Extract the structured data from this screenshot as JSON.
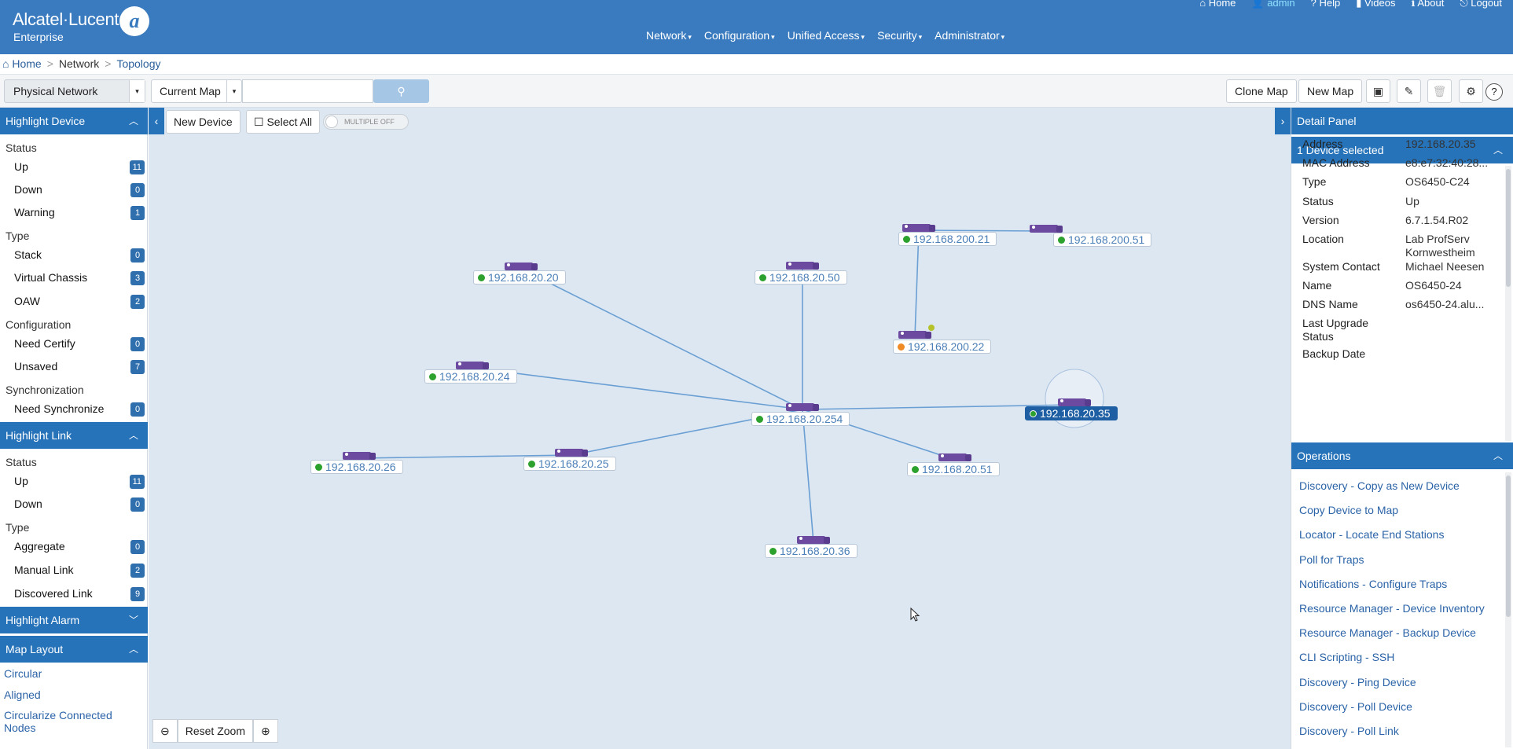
{
  "header": {
    "logo_text": "Alcatel·Lucent",
    "logo_sub": "Enterprise",
    "top_links": [
      "Home",
      "admin",
      "Help",
      "Videos",
      "About",
      "Logout"
    ],
    "nav": [
      "Network",
      "Configuration",
      "Unified Access",
      "Security",
      "Administrator"
    ]
  },
  "breadcrumb": [
    "Home",
    "Network",
    "Topology"
  ],
  "toolbar": {
    "network_select": "Physical Network",
    "map_select": "Current Map",
    "search_value": "",
    "clone_map": "Clone Map",
    "new_map": "New Map"
  },
  "map_toolbar": {
    "new_device": "New Device",
    "select_all": "Select All",
    "multiple": "MULTIPLE OFF"
  },
  "left_panel": {
    "highlight_device": {
      "title": "Highlight Device",
      "status_label": "Status",
      "status": [
        {
          "label": "Up",
          "count": "11"
        },
        {
          "label": "Down",
          "count": "0"
        },
        {
          "label": "Warning",
          "count": "1"
        }
      ],
      "type_label": "Type",
      "type": [
        {
          "label": "Stack",
          "count": "0"
        },
        {
          "label": "Virtual Chassis",
          "count": "3"
        },
        {
          "label": "OAW",
          "count": "2"
        }
      ],
      "config_label": "Configuration",
      "config": [
        {
          "label": "Need Certify",
          "count": "0"
        },
        {
          "label": "Unsaved",
          "count": "7"
        }
      ],
      "sync_label": "Synchronization",
      "sync": [
        {
          "label": "Need Synchronize",
          "count": "0"
        }
      ]
    },
    "highlight_link": {
      "title": "Highlight Link",
      "status_label": "Status",
      "status": [
        {
          "label": "Up",
          "count": "11"
        },
        {
          "label": "Down",
          "count": "0"
        }
      ],
      "type_label": "Type",
      "type": [
        {
          "label": "Aggregate",
          "count": "0"
        },
        {
          "label": "Manual Link",
          "count": "2"
        },
        {
          "label": "Discovered Link",
          "count": "9"
        }
      ]
    },
    "highlight_alarm": {
      "title": "Highlight Alarm"
    },
    "map_layout": {
      "title": "Map Layout",
      "links": [
        "Circular",
        "Aligned",
        "Circularize Connected Nodes"
      ]
    }
  },
  "map": {
    "nodes": [
      {
        "label": "192.168.20.20",
        "status": "up"
      },
      {
        "label": "192.168.20.50",
        "status": "up"
      },
      {
        "label": "192.168.200.21",
        "status": "up"
      },
      {
        "label": "192.168.200.51",
        "status": "up"
      },
      {
        "label": "192.168.200.22",
        "status": "warning"
      },
      {
        "label": "192.168.20.24",
        "status": "up"
      },
      {
        "label": "192.168.20.254",
        "status": "up"
      },
      {
        "label": "192.168.20.35",
        "status": "up",
        "selected": true
      },
      {
        "label": "192.168.20.26",
        "status": "up"
      },
      {
        "label": "192.168.20.25",
        "status": "up"
      },
      {
        "label": "192.168.20.51",
        "status": "up"
      },
      {
        "label": "192.168.20.36",
        "status": "up"
      }
    ],
    "zoom": {
      "reset": "Reset Zoom"
    }
  },
  "right_panel": {
    "title": "Detail Panel",
    "selection": "1 Device selected",
    "properties": [
      {
        "key": "Address",
        "value": "192.168.20.35"
      },
      {
        "key": "MAC Address",
        "value": "e8:e7:32:40:28..."
      },
      {
        "key": "Type",
        "value": "OS6450-C24"
      },
      {
        "key": "Status",
        "value": "Up"
      },
      {
        "key": "Version",
        "value": "6.7.1.54.R02"
      },
      {
        "key": "Location",
        "value": "Lab ProfServ Kornwestheim"
      },
      {
        "key": "System Contact",
        "value": "Michael Neesen"
      },
      {
        "key": "Name",
        "value": "OS6450-24"
      },
      {
        "key": "DNS Name",
        "value": "os6450-24.alu..."
      },
      {
        "key": "Last Upgrade Status",
        "value": ""
      },
      {
        "key": "Backup Date",
        "value": ""
      }
    ],
    "operations_title": "Operations",
    "operations": [
      "Discovery - Copy as New Device",
      "Copy Device to Map",
      "Locator - Locate End Stations",
      "Poll for Traps",
      "Notifications - Configure Traps",
      "Resource Manager - Device Inventory",
      "Resource Manager - Backup Device",
      "CLI Scripting - SSH",
      "Discovery - Ping Device",
      "Discovery - Poll Device",
      "Discovery - Poll Link"
    ]
  },
  "colors": {
    "brand_blue": "#3a7bbf",
    "section_blue": "#2673b9",
    "status_up": "#2da12d",
    "status_warning": "#f08a24",
    "link_line": "#6a9fd4",
    "device": "#6b4aa0"
  }
}
